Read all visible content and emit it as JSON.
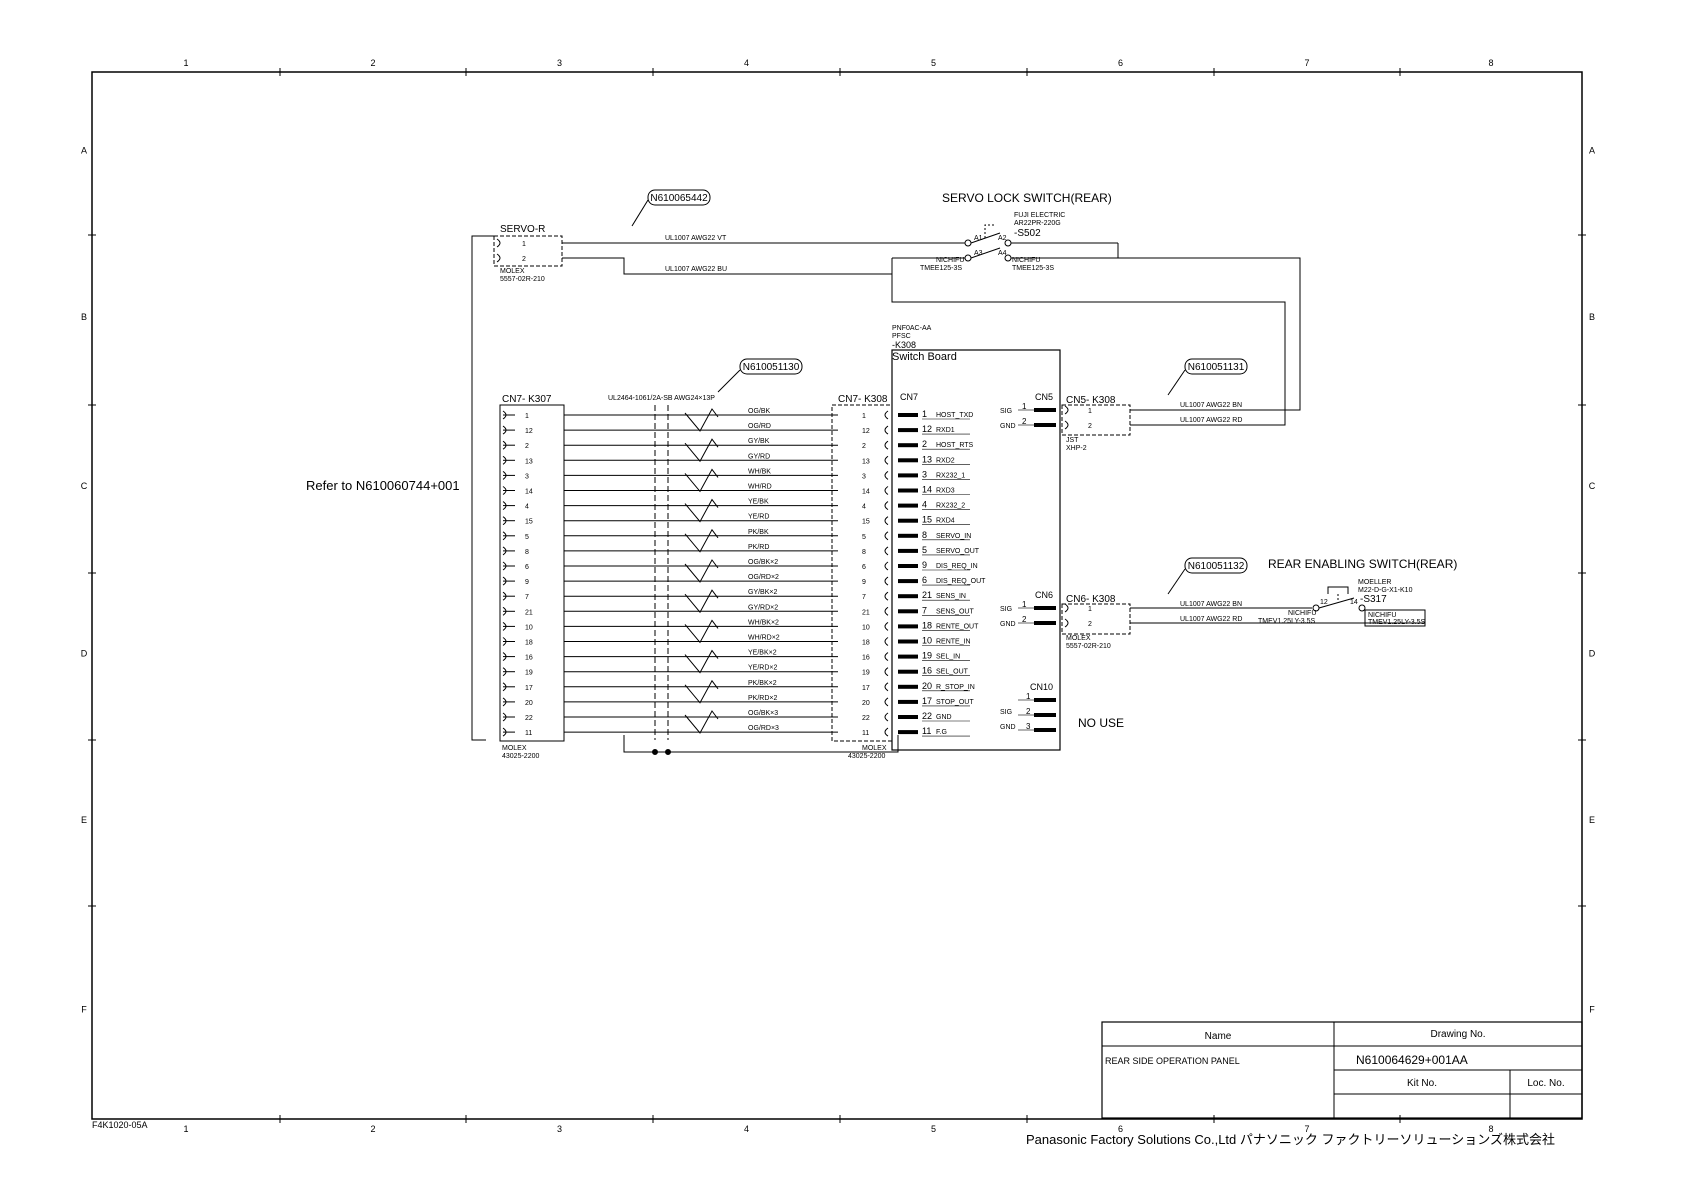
{
  "frame": {
    "columns": [
      "1",
      "2",
      "3",
      "4",
      "5",
      "6",
      "7",
      "8"
    ],
    "rows": [
      "A",
      "B",
      "C",
      "D",
      "E",
      "F"
    ],
    "form_code": "F4K1020-05A"
  },
  "left_note": "Refer to N610060744+001",
  "servo": {
    "connector": "SERVO-R",
    "pins": [
      "1",
      "2"
    ],
    "maker": "MOLEX",
    "part": "5557-02R-210",
    "cable_tag": "N610065442",
    "wires": [
      "UL1007 AWG22 VT",
      "UL1007 AWG22 BU"
    ],
    "switch_title": "SERVO LOCK SWITCH(REAR)",
    "switch_maker": "FUJI ELECTRIC",
    "switch_model": "AR22PR-220G",
    "switch_ref": "-S502",
    "contacts": [
      "A1",
      "A2",
      "A3",
      "A4"
    ],
    "terminal_maker": "NICHIFU",
    "terminal_part": "TMEE125-3S"
  },
  "cn7_left": {
    "label": "CN7- K307",
    "pins": [
      "1",
      "12",
      "2",
      "13",
      "3",
      "14",
      "4",
      "15",
      "5",
      "8",
      "6",
      "9",
      "7",
      "21",
      "10",
      "18",
      "16",
      "19",
      "17",
      "20",
      "22",
      "11"
    ],
    "maker": "MOLEX",
    "part": "43025-2200"
  },
  "harness": {
    "tag": "N610051130",
    "cable": "UL2464-1061/2A-SB AWG24×13P",
    "colors": [
      "OG/BK",
      "OG/RD",
      "GY/BK",
      "GY/RD",
      "WH/BK",
      "WH/RD",
      "YE/BK",
      "YE/RD",
      "PK/BK",
      "PK/RD",
      "OG/BK×2",
      "OG/RD×2",
      "GY/BK×2",
      "GY/RD×2",
      "WH/BK×2",
      "WH/RD×2",
      "YE/BK×2",
      "YE/RD×2",
      "PK/BK×2",
      "PK/RD×2",
      "OG/BK×3",
      "OG/RD×3"
    ]
  },
  "cn7_right": {
    "label": "CN7- K308",
    "maker": "MOLEX",
    "part": "43025-2200"
  },
  "board": {
    "part": "PNF0AC-AA",
    "part2": "PFSC",
    "ref": "-K308",
    "title": "Switch Board",
    "cn7_label": "CN7",
    "signals": [
      {
        "pin": "1",
        "name": "HOST_TXD"
      },
      {
        "pin": "12",
        "name": "RXD1"
      },
      {
        "pin": "2",
        "name": "HOST_RTS"
      },
      {
        "pin": "13",
        "name": "RXD2"
      },
      {
        "pin": "3",
        "name": "RX232_1"
      },
      {
        "pin": "14",
        "name": "RXD3"
      },
      {
        "pin": "4",
        "name": "RX232_2"
      },
      {
        "pin": "15",
        "name": "RXD4"
      },
      {
        "pin": "8",
        "name": "SERVO_IN"
      },
      {
        "pin": "5",
        "name": "SERVO_OUT"
      },
      {
        "pin": "9",
        "name": "DIS_REQ_IN"
      },
      {
        "pin": "6",
        "name": "DIS_REQ_OUT"
      },
      {
        "pin": "21",
        "name": "SENS_IN"
      },
      {
        "pin": "7",
        "name": "SENS_OUT"
      },
      {
        "pin": "18",
        "name": "RENTE_OUT"
      },
      {
        "pin": "10",
        "name": "RENTE_IN"
      },
      {
        "pin": "19",
        "name": "SEL_IN"
      },
      {
        "pin": "16",
        "name": "SEL_OUT"
      },
      {
        "pin": "20",
        "name": "R_STOP_IN"
      },
      {
        "pin": "17",
        "name": "STOP_OUT"
      },
      {
        "pin": "22",
        "name": "GND"
      },
      {
        "pin": "11",
        "name": "F.G"
      }
    ],
    "cn5": {
      "label": "CN5",
      "sig": "SIG",
      "gnd": "GND",
      "p1": "1",
      "p2": "2"
    },
    "cn6": {
      "label": "CN6",
      "sig": "SIG",
      "gnd": "GND",
      "p1": "1",
      "p2": "2"
    },
    "cn10": {
      "label": "CN10",
      "p1": "1",
      "sig": "SIG",
      "p2": "2",
      "gnd": "GND",
      "p3": "3"
    },
    "no_use": "NO USE"
  },
  "cn5_k308": {
    "label": "CN5- K308",
    "tag": "N610051131",
    "pins": [
      "1",
      "2"
    ],
    "maker": "JST",
    "part": "XHP-2",
    "wires": [
      "UL1007 AWG22 BN",
      "UL1007 AWG22 RD"
    ]
  },
  "cn6_k308": {
    "label": "CN6- K308",
    "tag": "N610051132",
    "pins": [
      "1",
      "2"
    ],
    "maker": "MOLEX",
    "part": "5557-02R-210",
    "wires": [
      "UL1007 AWG22 BN",
      "UL1007 AWG22 RD"
    ],
    "switch_title": "REAR ENABLING SWITCH(REAR)",
    "switch_maker": "MOELLER",
    "switch_model": "M22-D-G-X1-K10",
    "switch_ref": "-S317",
    "contacts": [
      "12",
      "14"
    ],
    "terminal_maker": "NICHIFU",
    "terminal_part": "TMEV1.25LY-3.5S"
  },
  "title_block": {
    "name_header": "Name",
    "drawing_header": "Drawing No.",
    "name": "REAR SIDE OPERATION PANEL",
    "drawing_no": "N610064629+001AA",
    "kit_header": "Kit No.",
    "loc_header": "Loc. No."
  },
  "company": "Panasonic Factory Solutions Co.,Ltd パナソニック ファクトリーソリューションズ株式会社"
}
